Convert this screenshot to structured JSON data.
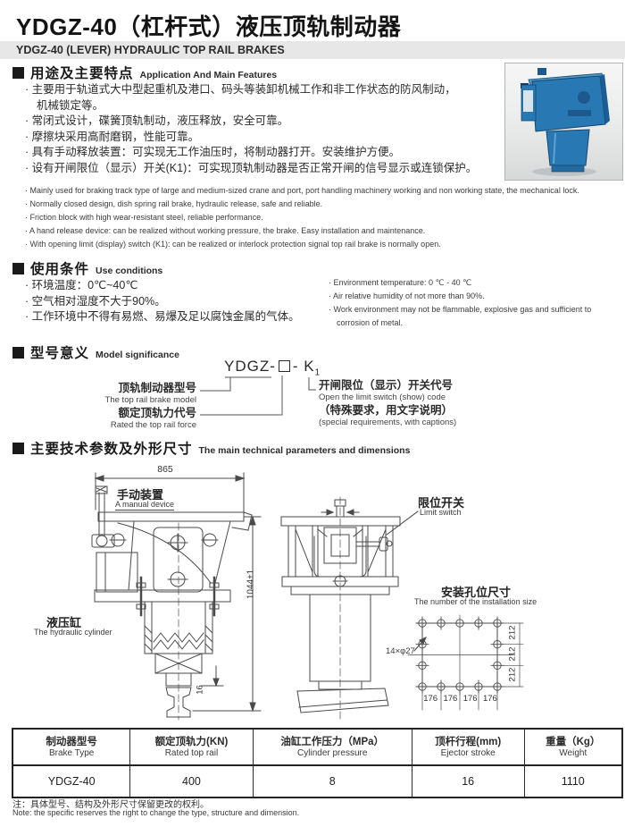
{
  "page": {
    "title": "YDGZ-40（杠杆式）液压顶轨制动器",
    "subtitle": "YDGZ-40 (LEVER) HYDRAULIC TOP RAIL BRAKES"
  },
  "features": {
    "heading_zh": "用途及主要特点",
    "heading_en": "Application And Main Features",
    "items_zh": [
      "主要用于轨道式大中型起重机及港口、码头等装卸机械工作和非工作状态的防风制动，",
      "机械锁定等。",
      "常闭式设计，碟簧顶轨制动，液压释放，安全可靠。",
      "摩擦块采用高耐磨钢，性能可靠。",
      "具有手动释放装置：可实现无工作油压时，将制动器打开。安装维护方便。",
      "设有开闸限位（显示）开关(K1)：可实现顶轨制动器是否正常开闸的信号显示或连锁保护。"
    ],
    "items_en": [
      "Mainly used for braking track type of large and medium-sized crane and port, port handling machinery working and non working state, the mechanical lock.",
      "Normally closed design, dish spring rail brake, hydraulic release, safe and reliable.",
      "Friction block with high wear-resistant steel, reliable performance.",
      "A hand release device: can be realized without working pressure, the brake. Easy installation and maintenance.",
      "With opening limit (display) switch (K1): can be realized or interlock protection signal top rail brake is normally open."
    ]
  },
  "conditions": {
    "heading_zh": "使用条件",
    "heading_en": "Use  conditions",
    "items_zh": [
      "环境温度：0℃~40℃",
      "空气相对湿度不大于90%。",
      "工作环境中不得有易燃、易爆及足以腐蚀金属的气体。"
    ],
    "items_en": [
      "Environment temperature: 0 ℃ - 40 ℃",
      "Air relative humidity of not more than 90%.",
      "Work environment may not be flammable, explosive gas and sufficient to corrosion of metal."
    ]
  },
  "model": {
    "heading_zh": "型号意义",
    "heading_en": "Model  significance",
    "code_prefix": "YDGZ-",
    "code_dash": "- ",
    "code_k": "K",
    "code_sub": "1",
    "left_zh1": "顶轨制动器型号",
    "left_en1": "The top rail brake model",
    "left_zh2": "额定顶轨力代号",
    "left_en2": "Rated the top rail force",
    "right_zh1": "开闸限位（显示）开关代号",
    "right_en1": "Open the limit switch (show) code",
    "right_zh2": "（特殊要求，用文字说明）",
    "right_en2": "(special requirements, with captions)"
  },
  "tech": {
    "heading_zh": "主要技术参数及外形尺寸",
    "heading_en": "The main technical parameters and dimensions",
    "drawing": {
      "dim_width": "865",
      "dim_height": "1044±1",
      "dim_stroke": "16",
      "manual_zh": "手动装置",
      "manual_en": "A manual device",
      "cylinder_zh": "液压缸",
      "cylinder_en": "The hydraulic cylinder",
      "switch_zh": "限位开关",
      "switch_en": "Limit switch",
      "holes_zh": "安装孔位尺寸",
      "holes_en": "The number of the installation size",
      "holes_label": "14×φ27",
      "dim_h": [
        "176",
        "176",
        "176",
        "176"
      ],
      "dim_v": [
        "212",
        "212",
        "212"
      ]
    }
  },
  "table": {
    "headers": [
      {
        "zh": "制动器型号",
        "en": "Brake Type"
      },
      {
        "zh": "额定顶轨力(KN)",
        "en": "Rated top rail"
      },
      {
        "zh": "油缸工作压力（MPa）",
        "en": "Cylinder pressure"
      },
      {
        "zh": "顶杆行程(mm)",
        "en": "Ejector stroke"
      },
      {
        "zh": "重量（Kg）",
        "en": "Weight"
      }
    ],
    "row": [
      "YDGZ-40",
      "400",
      "8",
      "16",
      "1110"
    ]
  },
  "footer": {
    "note_zh": "注：具体型号、结构及外形尺寸保留更改的权利。",
    "note_en": "Note: the specific reserves the right to change the type, structure and dimension."
  },
  "colors": {
    "device_blue": "#2878b4",
    "subtitle_bar": "#e7e7e7"
  }
}
